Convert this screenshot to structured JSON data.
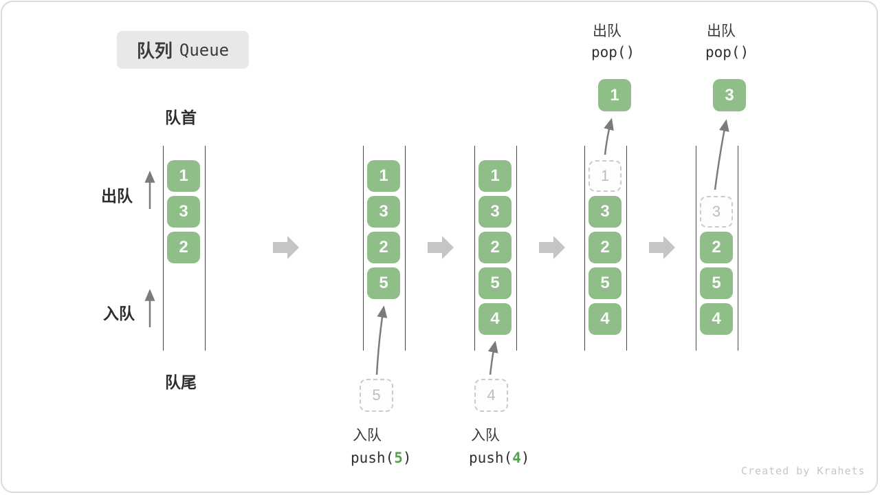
{
  "title": {
    "zh": "队列",
    "en": "Queue"
  },
  "labels": {
    "front": "队首",
    "rear": "队尾",
    "dequeue_side": "出队",
    "enqueue_side": "入队"
  },
  "colors": {
    "box_green": "#8fbe88",
    "code_green": "#55a04e",
    "ghost_gray": "#bdbdbd",
    "block_arrow_gray": "#c5c5c5",
    "thin_arrow_gray": "#7b7b7b",
    "title_bg": "#e8e8e8",
    "wall": "#4a4a4a"
  },
  "states": [
    {
      "slots": [
        "1",
        "3",
        "2"
      ]
    },
    {
      "slots": [
        "1",
        "3",
        "2",
        "5"
      ],
      "incoming": "5",
      "op": {
        "label": "入队",
        "code_pre": "push(",
        "arg": "5",
        "code_post": ")"
      }
    },
    {
      "slots": [
        "1",
        "3",
        "2",
        "5",
        "4"
      ],
      "incoming": "4",
      "op": {
        "label": "入队",
        "code_pre": "push(",
        "arg": "4",
        "code_post": ")"
      }
    },
    {
      "ghost": "1",
      "slots": [
        "3",
        "2",
        "5",
        "4"
      ],
      "popped": "1",
      "op": {
        "label": "出队",
        "code": "pop()"
      }
    },
    {
      "ghost": "3",
      "slots": [
        "2",
        "5",
        "4"
      ],
      "popped": "3",
      "op": {
        "label": "出队",
        "code": "pop()"
      }
    }
  ],
  "watermark": "Created by Krahets"
}
